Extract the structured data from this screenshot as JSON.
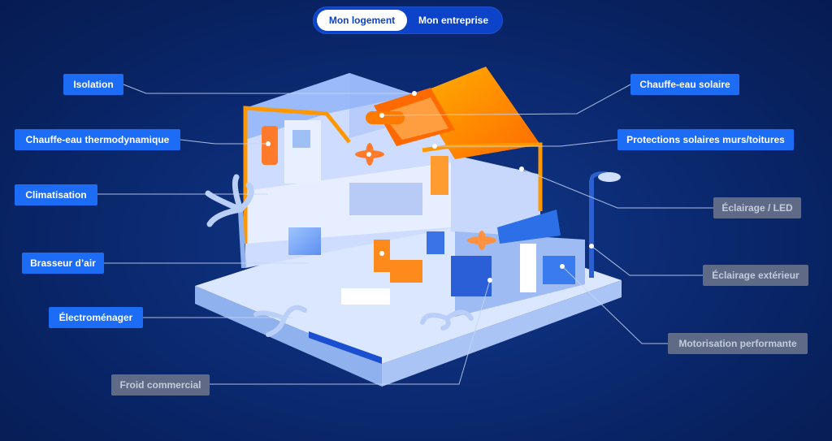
{
  "tabs": {
    "active": "Mon logement",
    "inactive": "Mon entreprise"
  },
  "labels": {
    "isolation": "Isolation",
    "chauffe_thermo": "Chauffe-eau thermodynamique",
    "climatisation": "Climatisation",
    "brasseur": "Brasseur d’air",
    "electromenager": "Électroménager",
    "froid": "Froid commercial",
    "chauffe_solaire": "Chauffe-eau solaire",
    "protections": "Protections solaires murs/toitures",
    "eclairage_led": "Éclairage / LED",
    "eclairage_ext": "Éclairage extérieur",
    "motorisation": "Motorisation performante"
  },
  "colors": {
    "active_label": "#1c6cf5",
    "inactive_label": "#5f6b86",
    "accent_orange": "#ff8c00"
  }
}
